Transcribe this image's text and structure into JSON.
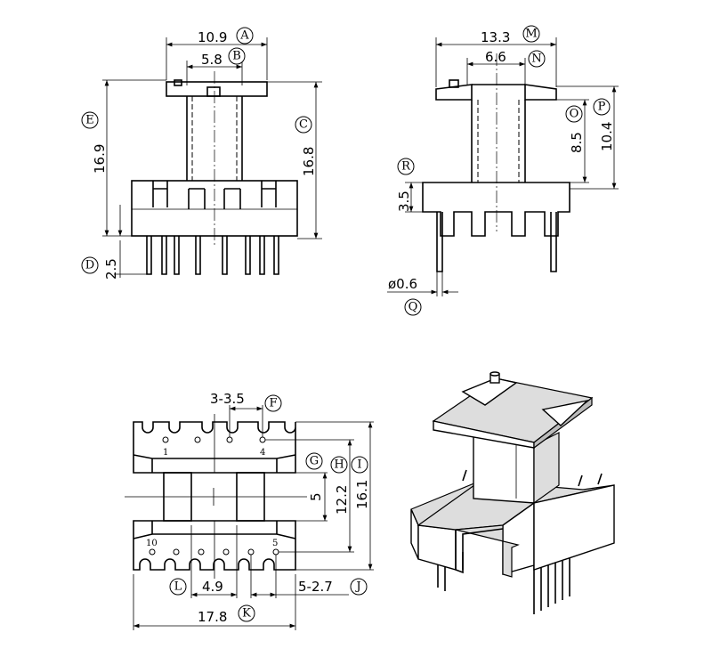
{
  "front_view": {
    "dim_a": {
      "value": "10.9",
      "letter": "A"
    },
    "dim_b": {
      "value": "5.8",
      "letter": "B"
    },
    "dim_c": {
      "value": "16.8",
      "letter": "C"
    },
    "dim_d": {
      "value": "2.5",
      "letter": "D"
    },
    "dim_e": {
      "value": "16.9",
      "letter": "E"
    }
  },
  "side_view": {
    "dim_m": {
      "value": "13.3",
      "letter": "M"
    },
    "dim_n": {
      "value": "6.6",
      "letter": "N"
    },
    "dim_o": {
      "value": "8.5",
      "letter": "O"
    },
    "dim_p": {
      "value": "10.4",
      "letter": "P"
    },
    "dim_r": {
      "value": "3.5",
      "letter": "R"
    },
    "dim_q": {
      "value": "ø0.6",
      "letter": "Q"
    }
  },
  "bottom_view": {
    "dim_f": {
      "value": "3-3.5",
      "letter": "F"
    },
    "dim_g": {
      "value": "5",
      "letter": "G"
    },
    "dim_h": {
      "value": "12.2",
      "letter": "H"
    },
    "dim_i": {
      "value": "16.1",
      "letter": "I"
    },
    "dim_j": {
      "value": "5-2.7",
      "letter": "J"
    },
    "dim_k": {
      "value": "17.8",
      "letter": "K"
    },
    "dim_l": {
      "value": "4.9",
      "letter": "L"
    },
    "pin_labels": [
      "1",
      "4",
      "10",
      "5"
    ]
  }
}
